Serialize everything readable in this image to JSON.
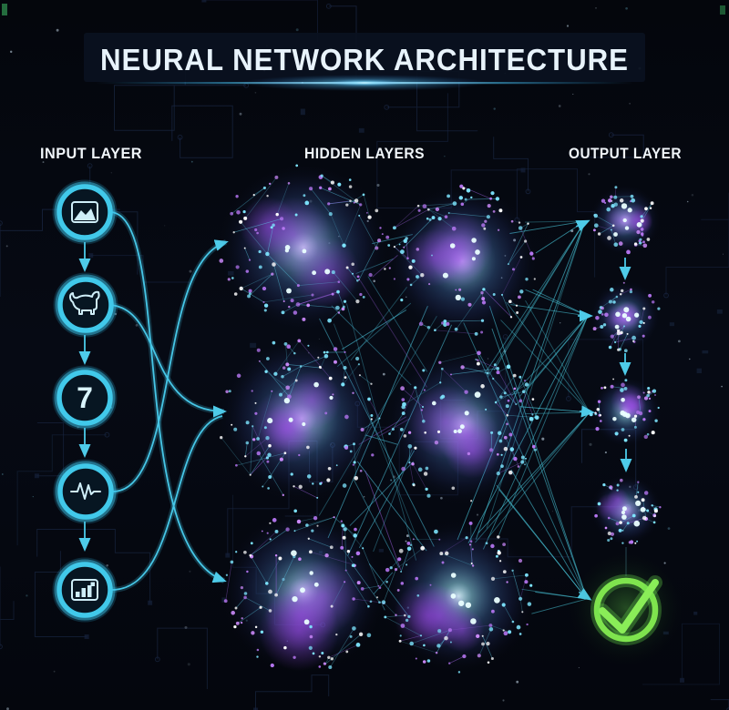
{
  "title": {
    "text": "NEURAL NETWORK ARCHITECTURE"
  },
  "layer_labels": {
    "input": "INPUT LAYER",
    "hidden": "HIDDEN LAYERS",
    "output": "OUTPUT LAYER"
  },
  "input_nodes": [
    {
      "name": "image-input",
      "icon": "image-icon"
    },
    {
      "name": "animal-input",
      "icon": "cat-icon"
    },
    {
      "name": "digit-input",
      "icon": "digit-7",
      "label": "7"
    },
    {
      "name": "signal-input",
      "icon": "waveform-icon"
    },
    {
      "name": "chart-input",
      "icon": "bar-chart-icon"
    }
  ],
  "network": {
    "hidden_columns": 2,
    "clusters_per_hidden_column": 3,
    "output_clusters": 4
  },
  "result": {
    "name": "success-check",
    "icon": "checkmark-icon",
    "status": "success"
  },
  "colors": {
    "background": "#05070d",
    "accent_cyan": "#41c9ea",
    "cluster_cyan": "#6fe0f8",
    "cluster_purple": "#a55ae8",
    "success_green": "#7fe44e",
    "title_text": "#e8f3fb"
  }
}
